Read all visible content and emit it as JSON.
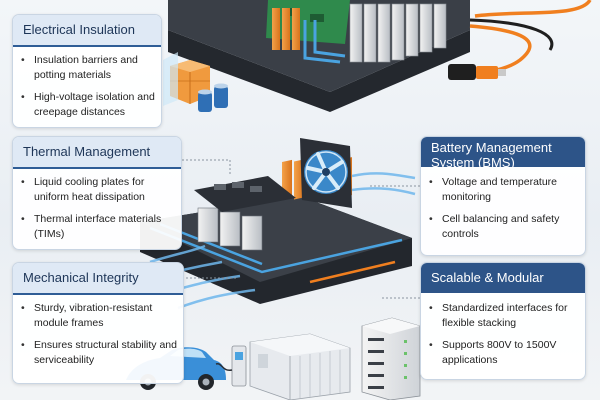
{
  "panels": [
    {
      "key": "electrical",
      "title": "Electrical Insulation",
      "header_style": "light",
      "bullets": [
        "Insulation barriers and potting materials",
        "High-voltage isolation and creepage distances"
      ]
    },
    {
      "key": "thermal",
      "title": "Thermal Management",
      "header_style": "light",
      "bullets": [
        "Liquid cooling plates for uniform heat dissipation",
        "Thermal interface materials (TIMs)"
      ]
    },
    {
      "key": "bms",
      "title": "Battery Management System (BMS)",
      "header_style": "dark",
      "bullets": [
        "Voltage and temperature monitoring",
        "Cell balancing and safety controls"
      ]
    },
    {
      "key": "mechanical",
      "title": "Mechanical Integrity",
      "header_style": "light",
      "bullets": [
        "Sturdy, vibration-resistant module frames",
        "Ensures structural stability and serviceability"
      ]
    },
    {
      "key": "scalable",
      "title": "Scalable & Modular",
      "header_style": "dark",
      "bullets": [
        "Standardized interfaces for flexible stacking",
        "Supports 800V to 1500V applications"
      ]
    }
  ],
  "colors": {
    "accent": "#2f5d96",
    "header_dark": "#2d5488",
    "cell_orange": "#e98a2b",
    "coolant_blue": "#4aa3e0",
    "cable_orange": "#f07f1f",
    "frame_dark": "#2b2f36",
    "car_blue": "#3a8fd8"
  },
  "icons": [
    "insulation-blocks-icon",
    "capacitor-icon",
    "cooling-fan-icon",
    "electric-car-icon",
    "charging-station-icon",
    "container-storage-icon",
    "battery-rack-icon"
  ]
}
